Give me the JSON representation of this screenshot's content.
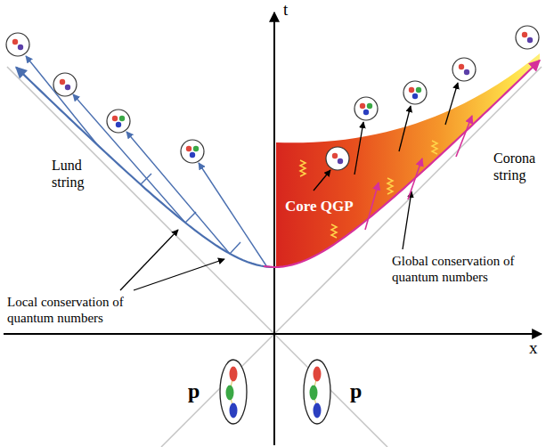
{
  "diagram": {
    "nodes": [
      {
        "text": [
          "Core QGP"
        ]
      },
      {
        "text": [
          "p"
        ]
      },
      {
        "text": [
          "p"
        ]
      }
    ],
    "labels": [
      "t",
      "Lund string",
      "Corona string",
      "Local conservation of quantum numbers",
      "Global conservation of quantum numbers",
      "x"
    ]
  }
}
